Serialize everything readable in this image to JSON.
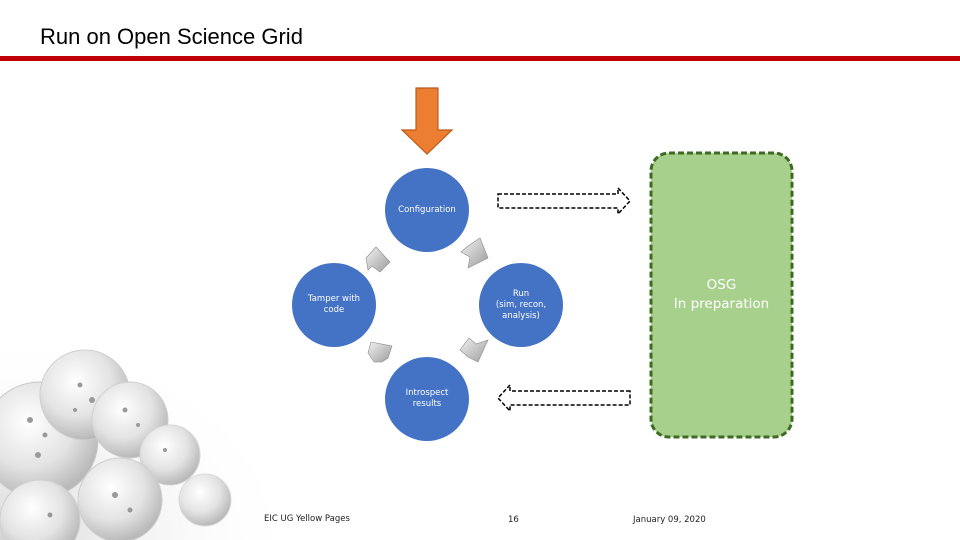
{
  "slide": {
    "title": "Run on Open Science Grid",
    "accent_color": "#c00000",
    "footer": {
      "left": "EIC UG Yellow Pages",
      "page": "16",
      "date": "January 09, 2020"
    }
  },
  "diagram": {
    "nodes": {
      "configuration": "Configuration",
      "run": "Run\n(sim, recon,\nanalysis)",
      "introspect": "Introspect\nresults",
      "tamper": "Tamper with\ncode"
    },
    "osg_box": {
      "label": "OSG\nIn preparation",
      "fill_color": "#a8d08d",
      "border_color": "#3c6b22"
    },
    "node_color": "#4472c4",
    "input_arrow_color": "#ed7d31"
  }
}
